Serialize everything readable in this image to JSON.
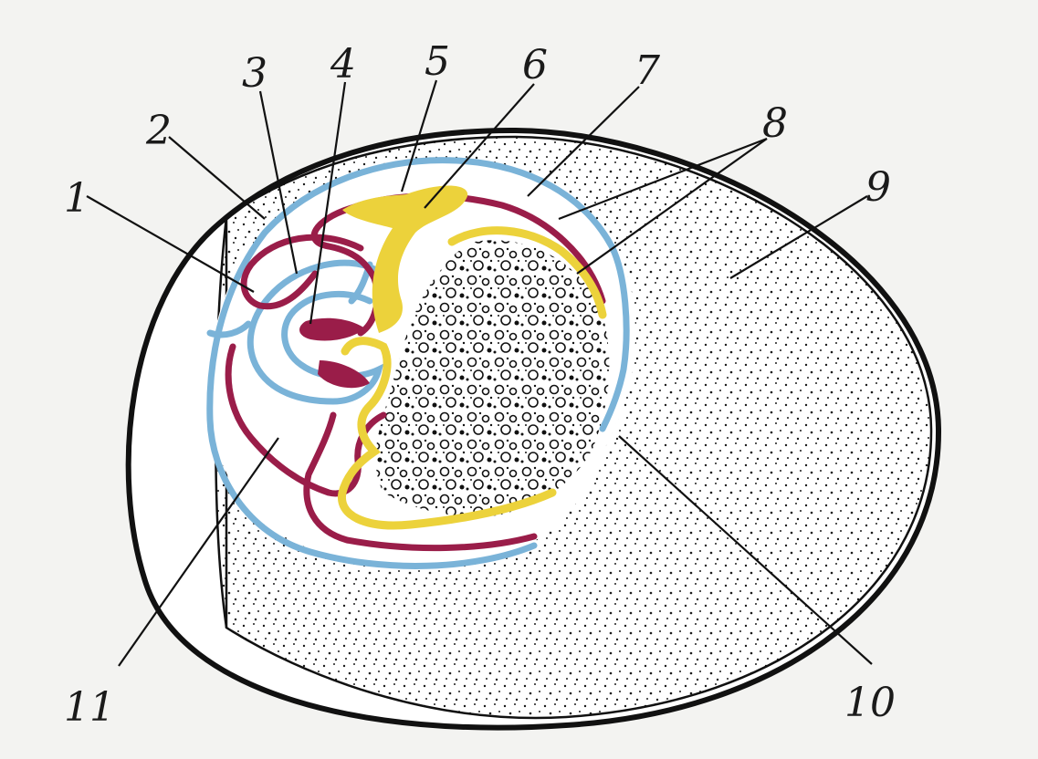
{
  "colors": {
    "background": "#f3f3f1",
    "outline": "#111111",
    "blue_layer": "#7ab3d8",
    "red_layer": "#9a1d49",
    "yellow_layer": "#ecd23b",
    "yolk_stipple": "#1a1a1a"
  },
  "labels": [
    "1",
    "2",
    "3",
    "4",
    "5",
    "6",
    "7",
    "8",
    "9",
    "10",
    "11"
  ]
}
